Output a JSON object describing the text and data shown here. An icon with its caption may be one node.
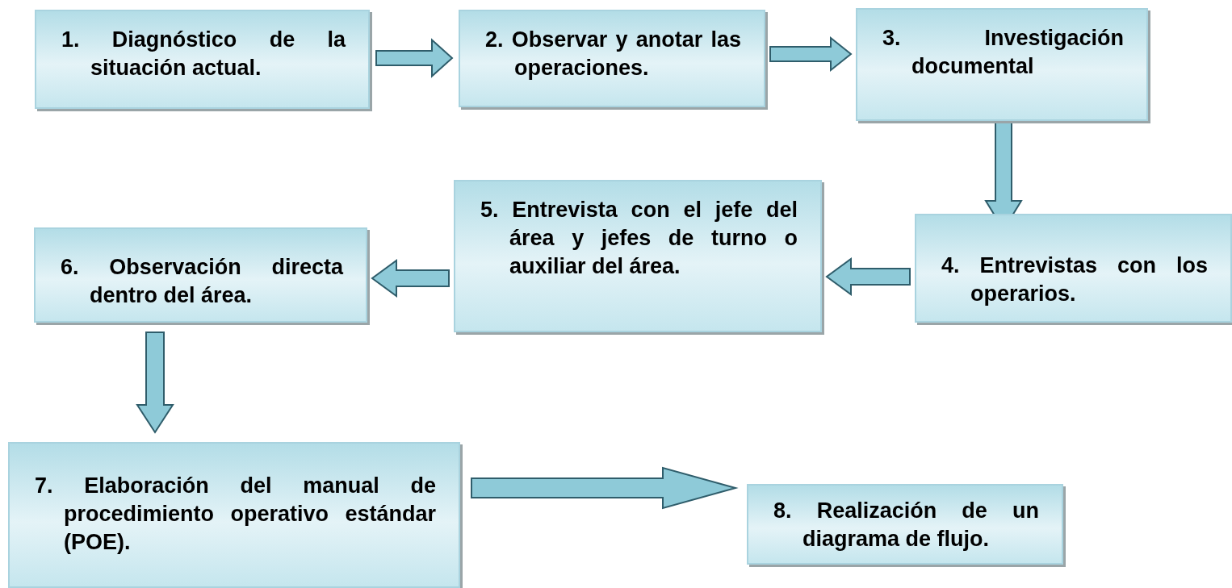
{
  "diagram": {
    "nodes": [
      {
        "text": [
          "1. Diagnóstico de la situación actual."
        ]
      },
      {
        "text": [
          "2. Observar y anotar las operaciones."
        ]
      },
      {
        "text": [
          "3. Investigación documental"
        ]
      },
      {
        "text": [
          "4. Entrevistas con los operarios."
        ]
      },
      {
        "text": [
          "5. Entrevista con el jefe del área y jefes de turno o auxiliar del área."
        ]
      },
      {
        "text": [
          "6. Observación directa dentro del área."
        ]
      },
      {
        "text": [
          "7. Elaboración del manual de procedimiento operativo estándar (POE)."
        ]
      },
      {
        "text": [
          "8. Realización de un diagrama de flujo."
        ]
      }
    ],
    "edges": [
      {
        "from": 0,
        "to": 1,
        "arrow": "to"
      },
      {
        "from": 1,
        "to": 2,
        "arrow": "to"
      },
      {
        "from": 2,
        "to": 3,
        "arrow": "to"
      },
      {
        "from": 3,
        "to": 4,
        "arrow": "to"
      },
      {
        "from": 4,
        "to": 5,
        "arrow": "to"
      },
      {
        "from": 5,
        "to": 6,
        "arrow": "to"
      },
      {
        "from": 6,
        "to": 7,
        "arrow": "to"
      }
    ]
  }
}
